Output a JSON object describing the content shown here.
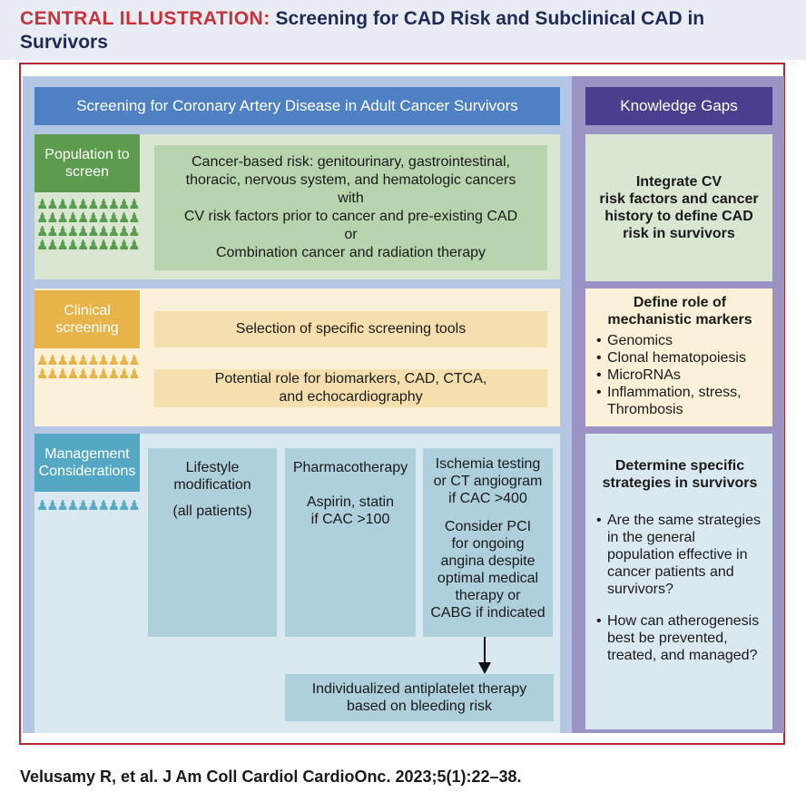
{
  "header": {
    "label": "CENTRAL ILLUSTRATION:",
    "title_rest": "Screening for CAD Risk and Subclinical CAD in Survivors"
  },
  "main": {
    "header": "Screening for Coronary Artery Disease in Adult Cancer Survivors",
    "population": {
      "tab": "Population to screen",
      "lines": [
        "Cancer-based risk: genitourinary, gastrointestinal,",
        "thoracic, nervous system, and hematologic cancers",
        "with",
        "CV risk factors prior to cancer and pre-existing CAD",
        "or",
        "Combination cancer and radiation therapy"
      ]
    },
    "clinical": {
      "tab": "Clinical screening",
      "box1": "Selection of specific screening tools",
      "box2_line1": "Potential role for biomarkers, CAD, CTCA,",
      "box2_line2": "and echocardiography"
    },
    "management": {
      "tab": "Management Considerations",
      "lifestyle": [
        "Lifestyle",
        "modification",
        "(all patients)"
      ],
      "pharma": [
        "Pharmacotherapy",
        "Aspirin, statin",
        "if CAC >100"
      ],
      "ischemia": [
        "Ischemia testing",
        "or CT angiogram",
        "if CAC >400"
      ],
      "pci": [
        "Consider PCI",
        "for ongoing",
        "angina despite",
        "optimal medical",
        "therapy or",
        "CABG if indicated"
      ],
      "final": [
        "Individualized antiplatelet therapy",
        "based on bleeding risk"
      ]
    }
  },
  "gaps": {
    "header": "Knowledge Gaps",
    "box1": [
      "Integrate CV",
      "risk factors and cancer",
      "history to define CAD",
      "risk in survivors"
    ],
    "box2_title": [
      "Define role of",
      "mechanistic markers"
    ],
    "box2_items": [
      "Genomics",
      "Clonal hematopoiesis",
      "MicroRNAs",
      "Inflammation, stress, Thrombosis"
    ],
    "box3_title": [
      "Determine specific",
      "strategies in survivors"
    ],
    "box3_items": [
      "Are the same strategies in the general population effective in cancer patients and survivors?",
      "How can atherogenesis best be prevented, treated, and managed?"
    ]
  },
  "footer": {
    "citation": "Velusamy R, et al. J Am Coll Cardiol CardioOnc. 2023;5(1):22–38."
  },
  "icons": {
    "person": "person-icon",
    "arrow": "arrow-down-icon"
  },
  "colors": {
    "title_label": "#c8323a",
    "title": "#1e2b57",
    "main_header": "#4e80c3",
    "gaps_header": "#4b3e8f",
    "population": "#5d9c4f",
    "clinical": "#e7b44a",
    "management": "#55a8c4",
    "frame": "#b02a2f"
  }
}
